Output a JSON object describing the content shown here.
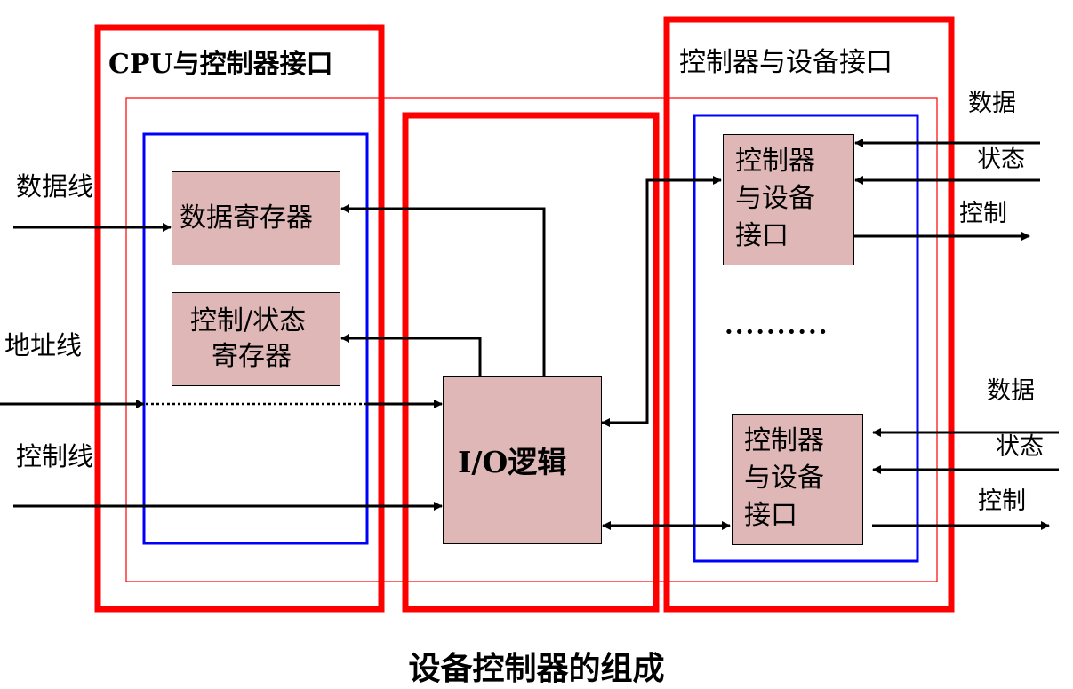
{
  "caption": "设备控制器的组成",
  "sections": {
    "cpu_interface": {
      "title": "CPU与控制器接口"
    },
    "io_logic": {
      "title": "I/O逻辑"
    },
    "device_interface": {
      "title": "控制器与设备接口"
    }
  },
  "left_lines": {
    "data_line": "数据线",
    "address_line": "地址线",
    "control_line": "控制线"
  },
  "registers": {
    "data_register": "数据寄存器",
    "control_status_register_line1": "控制/状态",
    "control_status_register_line2": "寄存器"
  },
  "device_ports": [
    {
      "lines": [
        "控制器",
        "与设备",
        "接口"
      ],
      "signals": {
        "data": "数据",
        "status": "状态",
        "control": "控制"
      }
    },
    {
      "lines": [
        "控制器",
        "与设备",
        "接口"
      ],
      "signals": {
        "data": "数据",
        "status": "状态",
        "control": "控制"
      }
    }
  ],
  "ellipsis": "··········",
  "colors": {
    "section_border": "#ff0000",
    "inner_border": "#0000ff",
    "box_fill": "#e0b7b7",
    "line": "#000000"
  }
}
